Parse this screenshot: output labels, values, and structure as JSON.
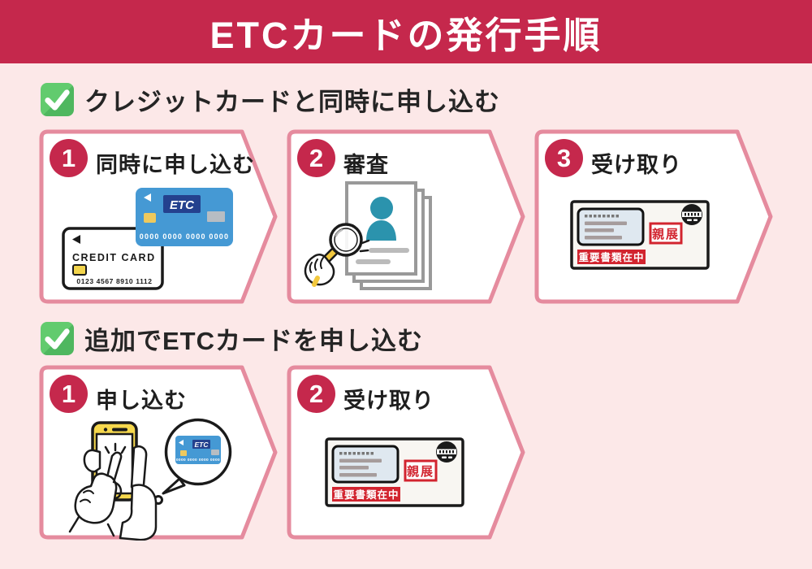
{
  "header": {
    "title": "ETCカードの発行手順"
  },
  "sections": [
    {
      "heading": "クレジットカードと同時に申し込む",
      "steps": [
        {
          "number": "1",
          "label": "同時に申し込む"
        },
        {
          "number": "2",
          "label": "審査"
        },
        {
          "number": "3",
          "label": "受け取り"
        }
      ]
    },
    {
      "heading": "追加でETCカードを申し込む",
      "steps": [
        {
          "number": "1",
          "label": "申し込む"
        },
        {
          "number": "2",
          "label": "受け取り"
        }
      ]
    }
  ],
  "illustrations": {
    "etc_card": {
      "brand": "ETC",
      "card_number": "0000 0000 0000 0000"
    },
    "credit_card": {
      "brand": "CREDIT CARD",
      "card_number": "0123 4567 8910 1112"
    },
    "envelope": {
      "confidential_stamp": "親展",
      "contents_banner": "重要書類在中"
    }
  },
  "colors": {
    "header_bg": "#c5284c",
    "page_bg": "#fce8e8",
    "box_border": "#e58b9e",
    "accent_red": "#d2242f",
    "check_green": "#57c364",
    "etc_card_blue": "#4599d4",
    "etc_label_navy": "#24418e",
    "phone_yellow": "#f6d84d",
    "person_teal": "#2b93ad"
  }
}
